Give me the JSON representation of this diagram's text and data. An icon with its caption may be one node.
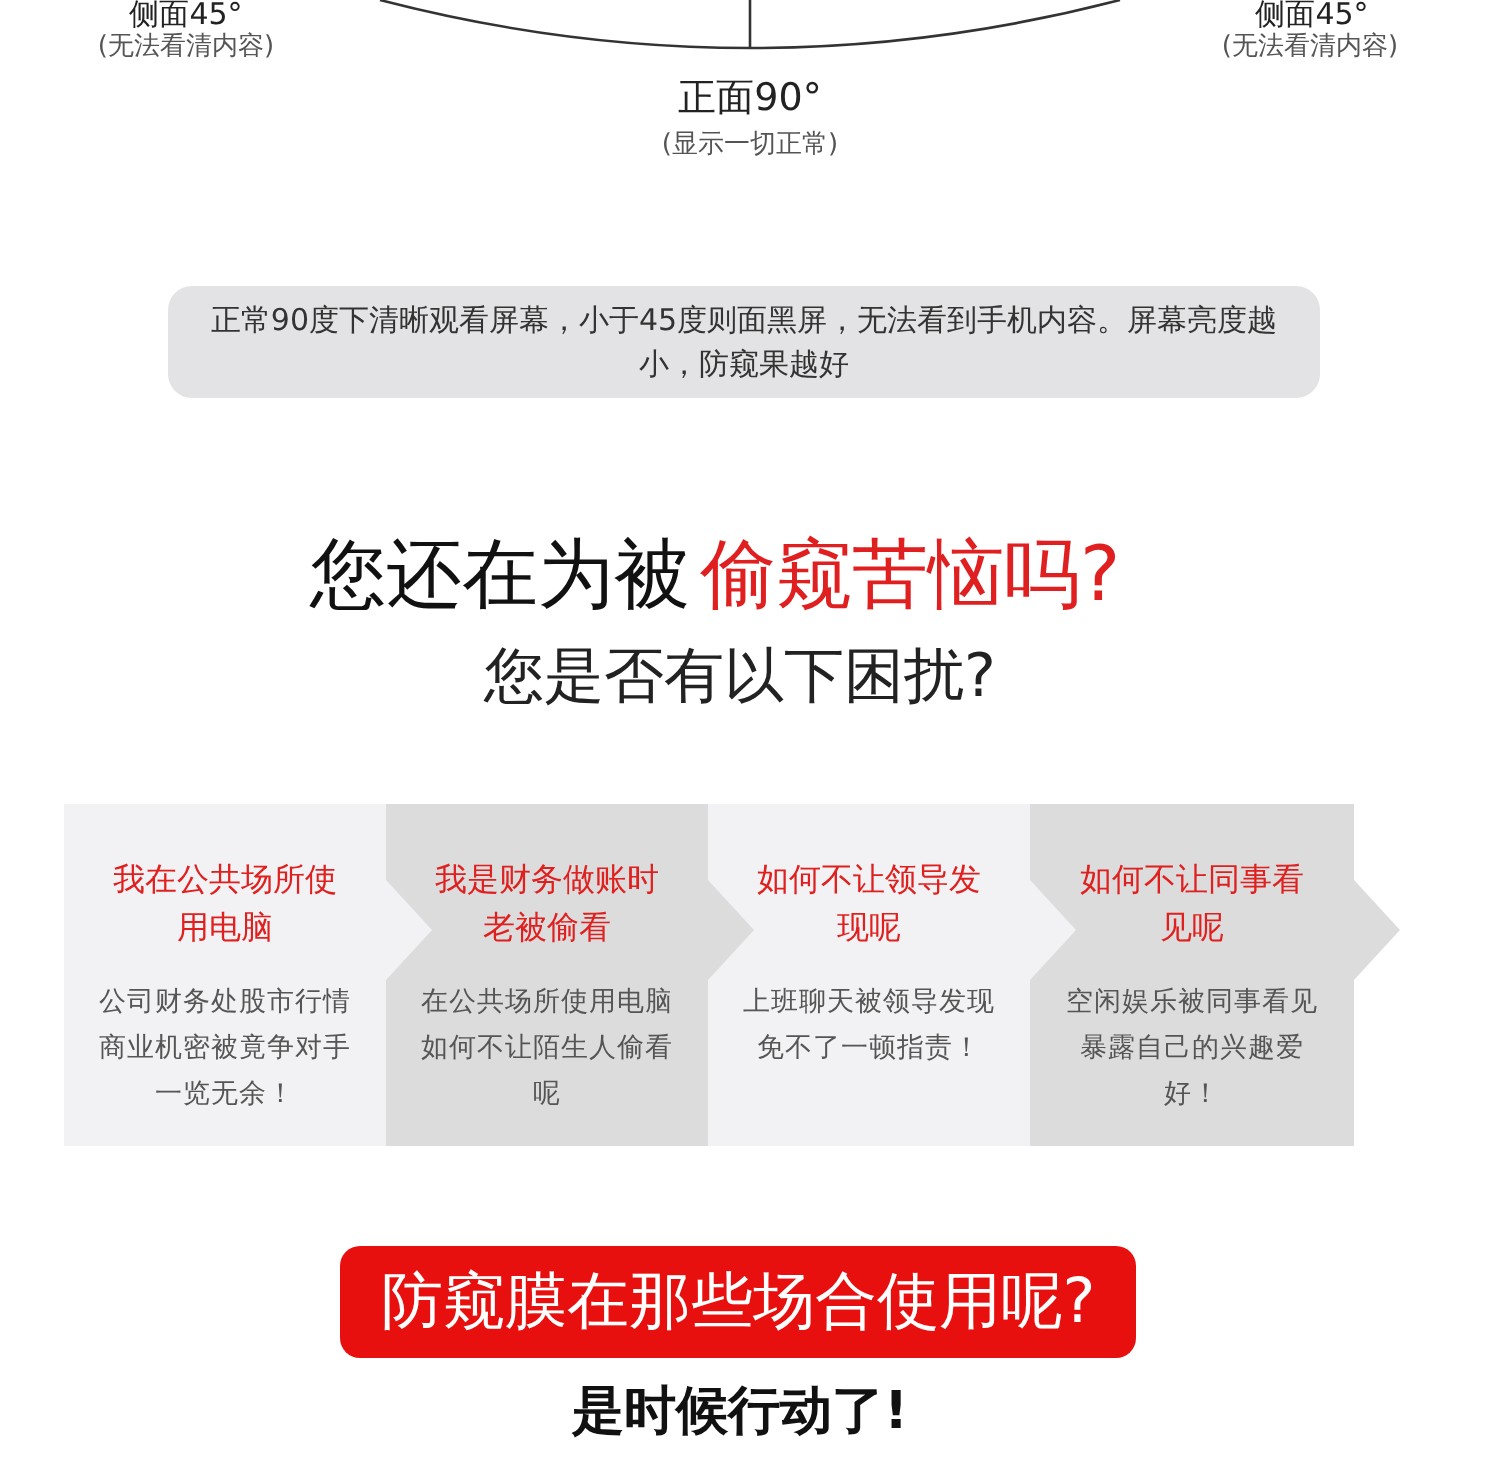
{
  "diagram": {
    "nodes": [
      {
        "text": [
          "正常90度下清晰观看屏幕，小于45度则面黑屏，无法看到手机内容。屏幕亮度越小，防窥果越好"
        ]
      },
      {
        "text": [
          "我在公共场所使用电脑",
          "公司财务处股市行情商业机密被竟争对手一览无余！"
        ]
      },
      {
        "text": [
          "我是财务做账时老被偷看",
          "在公共场所使用电脑如何不让陌生人偷看呢"
        ]
      },
      {
        "text": [
          "如何不让领导发现呢",
          "上班聊天被领导发现免不了一顿指责！"
        ]
      },
      {
        "text": [
          "如何不让同事看见呢",
          "空闲娱乐被同事看见暴露自己的兴趣爱好！"
        ]
      },
      {
        "text": [
          "防窥膜在那些场合使用呢?"
        ]
      }
    ],
    "labels": [
      "侧面45°",
      "(无法看清内容)",
      "侧面45°",
      "(无法看清内容)",
      "正面90°",
      "(显示一切正常)",
      "您还在为被",
      "偷窥苦恼吗?",
      "您是否有以下困扰?",
      "是时候行动了!"
    ]
  }
}
